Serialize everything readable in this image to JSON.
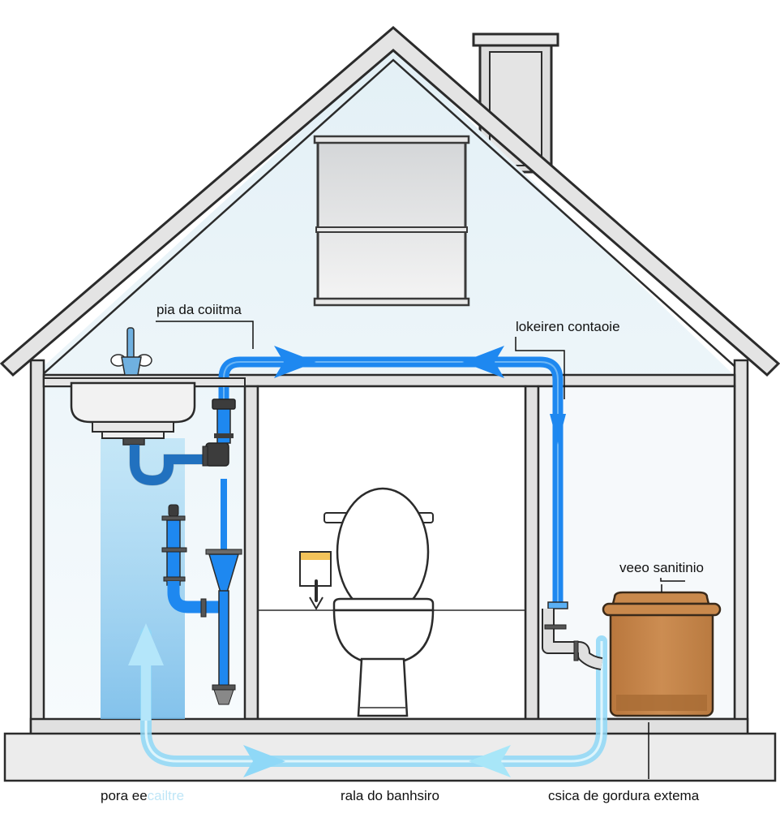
{
  "diagram": {
    "type": "house-plumbing-cross-section",
    "colors": {
      "wall_fill": "#e2e2e2",
      "wall_stroke": "#2b2b2b",
      "interior_bg": "#eef5f9",
      "pipe_blue": "#1e88f0",
      "pipe_blue_light": "#8fd8f7",
      "water_column": "#7cc2ee",
      "tank_fill": "#c4854a",
      "tank_stroke": "#3a2a1a",
      "grey_pipe": "#d9d9d9",
      "dispenser_yellow": "#f3c35a"
    },
    "labels": {
      "sink": "pia da coiitma",
      "top_right": "lokeiren contaoie",
      "tank": "veeo sanitinio",
      "bottom_left": "pora ee",
      "bottom_left_faded": "cailtre",
      "bottom_center": "rala do banhsiro",
      "bottom_right": "csica de gordura extema"
    },
    "elements": {
      "roof": "gable-roof",
      "chimney": "chimney",
      "window": "attic-window",
      "sink": "kitchen-sink",
      "faucet": "faucet",
      "toilet": "toilet",
      "paper_dispenser": "toilet-paper-dispenser",
      "grease_trap": "grease-tank",
      "flow_arrows_top": [
        "right",
        "left"
      ],
      "flow_arrows_bottom": [
        "right",
        "left"
      ],
      "flow_arrow_up": "up",
      "flow_arrow_down": "down"
    }
  }
}
